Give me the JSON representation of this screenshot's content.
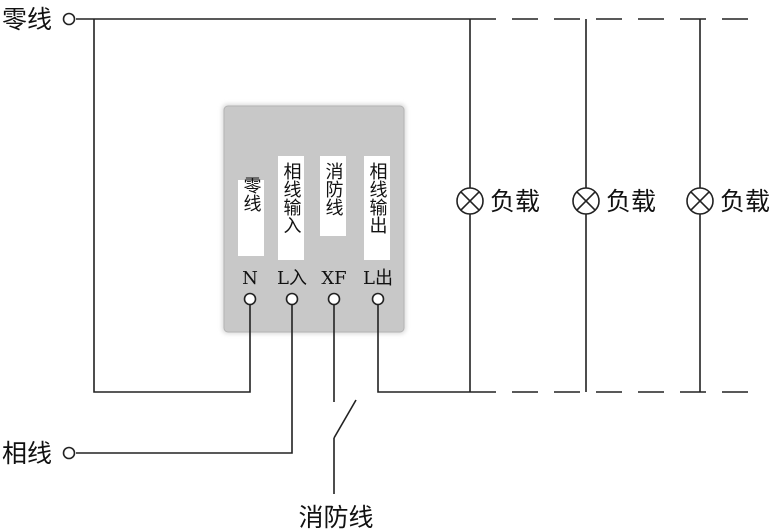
{
  "labels": {
    "neutral_line": "零线",
    "phase_line": "相线",
    "fire_line": "消防线"
  },
  "terminals": [
    {
      "code": "N",
      "name": "零线"
    },
    {
      "code": "L入",
      "name": "相线输入"
    },
    {
      "code": "XF",
      "name": "消防线"
    },
    {
      "code": "L出",
      "name": "相线输出"
    }
  ],
  "loads": [
    {
      "label": "负载"
    },
    {
      "label": "负载"
    },
    {
      "label": "负载"
    }
  ],
  "colors": {
    "module_fill": "#c8c8c8",
    "module_edge": "#b3b3b3",
    "wire": "#222222",
    "tag_fill": "#ffffff"
  }
}
